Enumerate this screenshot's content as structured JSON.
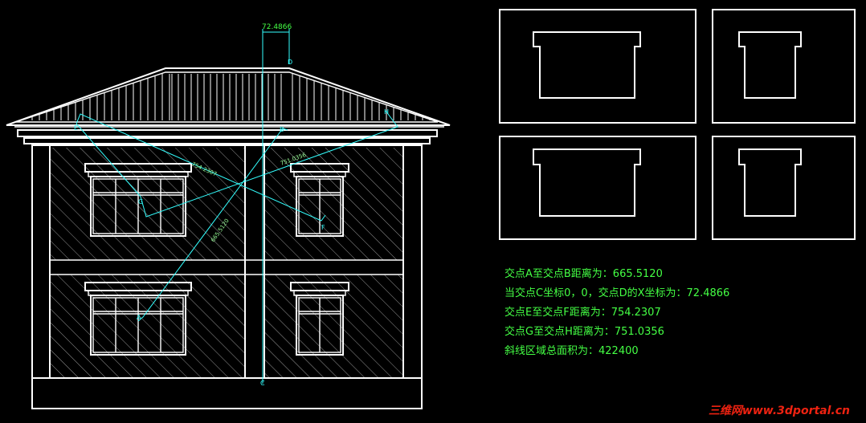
{
  "dimension_top": "72.4866",
  "point_labels": {
    "A": "A",
    "B": "B",
    "C": "C",
    "D": "D",
    "E": "E",
    "F": "F",
    "G": "G",
    "H": "H"
  },
  "diagonal_dims": [
    "754.2307",
    "751.0356",
    "665.5120"
  ],
  "results": [
    "交点A至交点B距离为：665.5120",
    "当交点C坐标0，0，交点D的X坐标为：72.4866",
    "交点E至交点F距离为：754.2307",
    "交点G至交点H距离为：751.0356",
    "斜线区域总面积为：422400"
  ],
  "watermark": "三维网www.3dportal.cn",
  "colors": {
    "line": "#ffffff",
    "dim": "#33ffff",
    "text": "#44ff44",
    "watermark": "#ee2211"
  }
}
